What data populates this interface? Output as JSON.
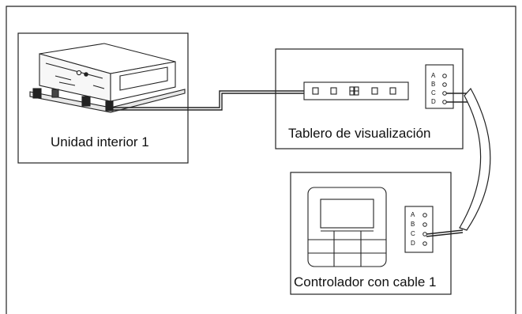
{
  "labels": {
    "indoor_unit": "Unidad interior 1",
    "display_board": "Tablero de visualización",
    "wired_controller": "Controlador con cable 1"
  },
  "terminals": {
    "display_board": [
      "A",
      "B",
      "C",
      "D"
    ],
    "wired_controller": [
      "A",
      "B",
      "C",
      "D"
    ]
  }
}
